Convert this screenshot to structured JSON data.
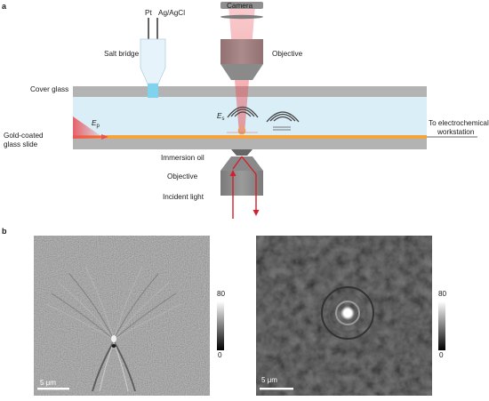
{
  "panels": {
    "a": "a",
    "b": "b"
  },
  "schematic": {
    "camera": "Camera",
    "pt": "Pt",
    "ag_agcl": "Ag/AgCl",
    "salt_bridge": "Salt bridge",
    "objective_top": "Objective",
    "cover_glass": "Cover glass",
    "e_p": "E",
    "e_p_sub": "p",
    "e_s": "E",
    "e_s_sub": "s",
    "to_workstation_line1": "To electrochemical",
    "to_workstation_line2": "workstation",
    "gold_slide_line1": "Gold-coated",
    "gold_slide_line2": "glass slide",
    "immersion_oil": "Immersion oil",
    "objective_bottom": "Objective",
    "incident_light": "Incident light"
  },
  "images": {
    "left": {
      "colorbar_max": "80",
      "colorbar_min": "0",
      "scalebar": "5 μm"
    },
    "right": {
      "colorbar_max": "80",
      "colorbar_min": "0",
      "scalebar": "5 μm"
    }
  },
  "colors": {
    "glass": "#b3b3b3",
    "chamber": "#d9eef7",
    "gold_film": "#f3a43c",
    "beam": "#e8525a",
    "salt_bridge": "#e6f3fb",
    "salt_bridge_tip": "#7fd3ef",
    "objective": "#8a8a8a"
  }
}
